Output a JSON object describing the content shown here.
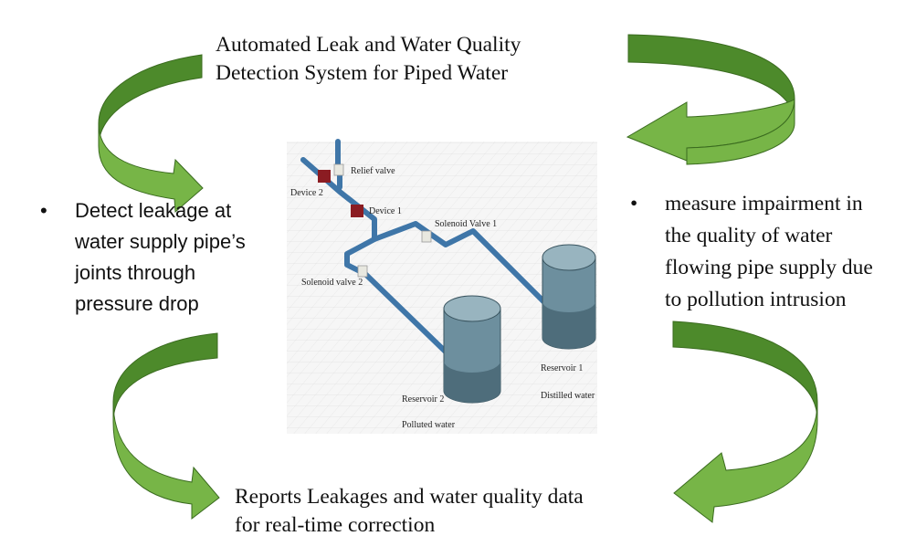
{
  "title_lines": [
    "Automated Leak and Water Quality",
    "Detection System for Piped Water"
  ],
  "left_bullet": "•",
  "left_lines": [
    "Detect leakage at",
    "water supply pipe’s",
    "joints through",
    "pressure drop"
  ],
  "right_bullet": "•",
  "right_lines": [
    "measure impairment in",
    "the quality of water",
    "flowing pipe supply due",
    "to pollution intrusion"
  ],
  "bottom_lines": [
    "Reports Leakages and water quality data",
    "for real-time correction"
  ],
  "schematic": {
    "labels": {
      "relief_valve": "Relief valve",
      "device_2": "Device 2",
      "device_1": "Device 1",
      "solenoid_valve_1": "Solenoid Valve 1",
      "solenoid_valve_2": "Solenoid valve 2",
      "reservoir_1": "Reservoir 1",
      "distilled_water": "Distilled water",
      "reservoir_2": "Reservoir 2",
      "polluted_water": "Polluted water"
    }
  },
  "colors": {
    "arrow_light": "#77b547",
    "arrow_dark": "#4d8a2b",
    "arrow_stroke": "#3a6b1f",
    "pipe": "#3f76a8",
    "device": "#8b1c22",
    "tank": "#5d7f8f"
  }
}
